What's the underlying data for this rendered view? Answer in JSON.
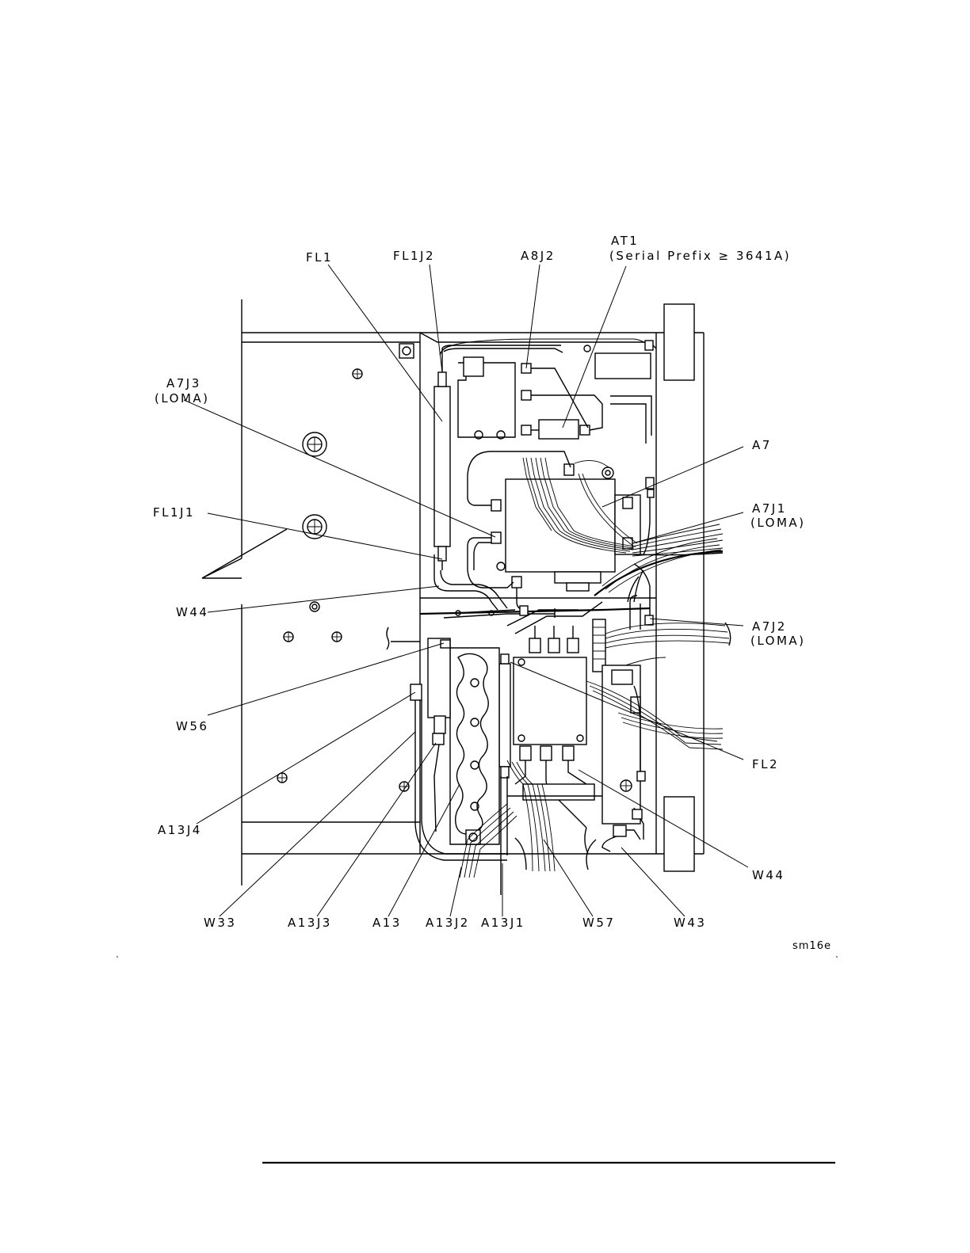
{
  "figure_id": "sm16e",
  "labels": {
    "FL1": "FL1",
    "FL1J2": "FL1J2",
    "A8J2": "A8J2",
    "AT1": "AT1",
    "AT1_note": "(Serial Prefix ≥ 3641A)",
    "A7J3": "A7J3",
    "A7J3_note": "(LOMA)",
    "FL1J1": "FL1J1",
    "W44_left": "W44",
    "W56": "W56",
    "A13J4": "A13J4",
    "A7": "A7",
    "A7J1": "A7J1",
    "A7J1_note": "(LOMA)",
    "A7J2": "A7J2",
    "A7J2_note": "(LOMA)",
    "FL2": "FL2",
    "W44_right": "W44",
    "W33": "W33",
    "A13J3": "A13J3",
    "A13": "A13",
    "A13J2": "A13J2",
    "A13J1": "A13J1",
    "W57": "W57",
    "W43": "W43"
  }
}
